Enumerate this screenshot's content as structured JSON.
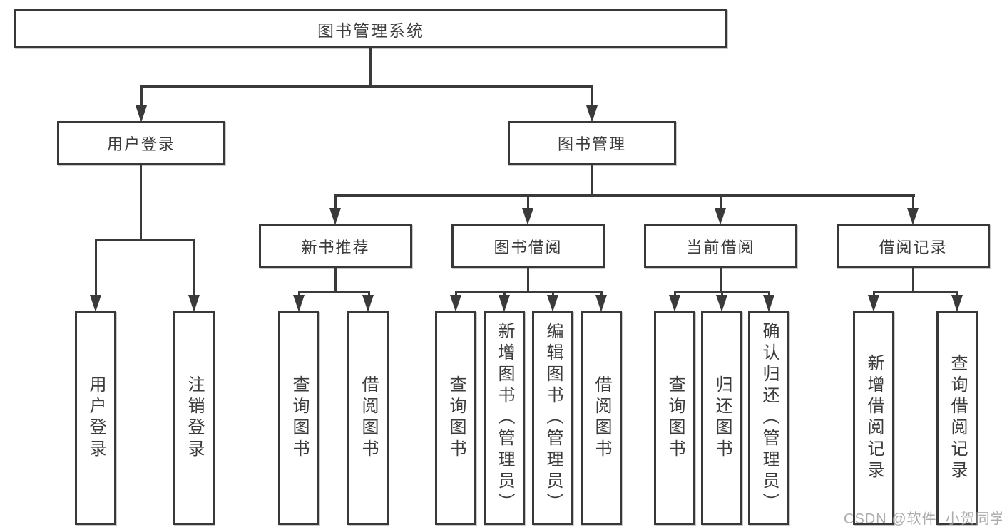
{
  "diagram_title": "图书管理系统",
  "colors": {
    "line": "#3a3a3a",
    "border": "#383838",
    "text": "#3c3c3c",
    "watermark": "#9e9e9e",
    "background": "#ffffff"
  },
  "watermark": {
    "text": "CSDN @软件_小贺同学"
  },
  "tree": {
    "root": {
      "label": "图书管理系统"
    },
    "branches": [
      {
        "label": "用户登录",
        "leaves": [
          {
            "label": "用户登录"
          },
          {
            "label": "注销登录"
          }
        ]
      },
      {
        "label": "图书管理",
        "groups": [
          {
            "label": "新书推荐",
            "leaves": [
              {
                "label": "查询图书"
              },
              {
                "label": "借阅图书"
              }
            ]
          },
          {
            "label": "图书借阅",
            "leaves": [
              {
                "label": "查询图书"
              },
              {
                "label": "新增图书（管理员）"
              },
              {
                "label": "编辑图书（管理员）"
              },
              {
                "label": "借阅图书"
              }
            ]
          },
          {
            "label": "当前借阅",
            "leaves": [
              {
                "label": "查询图书"
              },
              {
                "label": "归还图书"
              },
              {
                "label": "确认归还（管理员）"
              }
            ]
          },
          {
            "label": "借阅记录",
            "leaves": [
              {
                "label": "新增借阅记录"
              },
              {
                "label": "查询借阅记录"
              }
            ]
          }
        ]
      }
    ]
  }
}
